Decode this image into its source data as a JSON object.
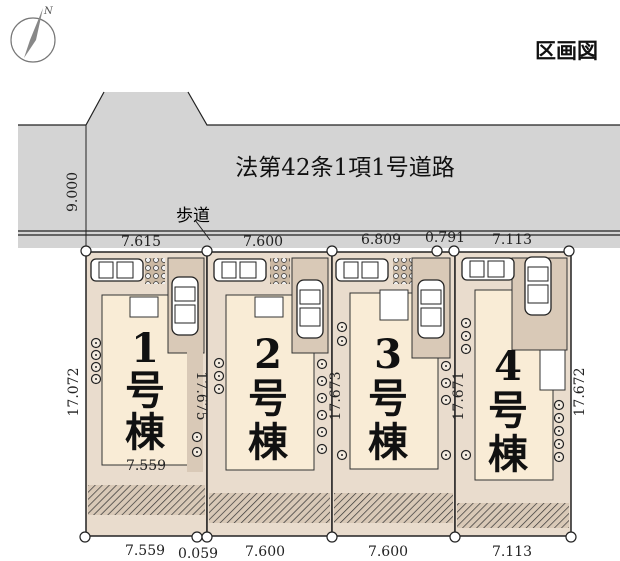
{
  "title": "区画図",
  "compass": {
    "label": "N"
  },
  "road": {
    "name": "法第42条1項1号道路",
    "width": "9.000",
    "sidewalk": "歩道"
  },
  "lots": [
    {
      "number": "1",
      "suffix1": "号",
      "suffix2": "棟",
      "top": "7.615",
      "bottom": "7.559",
      "side": "17.675",
      "inner": "7.559"
    },
    {
      "number": "2",
      "suffix1": "号",
      "suffix2": "棟",
      "top": "7.600",
      "bottom": "7.600",
      "side": "17.673"
    },
    {
      "number": "3",
      "suffix1": "号",
      "suffix2": "棟",
      "top": "6.809",
      "top_extra": "0.791",
      "bottom": "7.600",
      "side": "17.671"
    },
    {
      "number": "4",
      "suffix1": "号",
      "suffix2": "棟",
      "top": "7.113",
      "bottom": "7.113",
      "side": "17.672"
    }
  ],
  "left_side": "17.072",
  "bottom_gap": "0.059",
  "colors": {
    "road": "#d4d4d4",
    "lot": "#e9dccd",
    "house": "#f9ecd6",
    "line": "#222222"
  }
}
